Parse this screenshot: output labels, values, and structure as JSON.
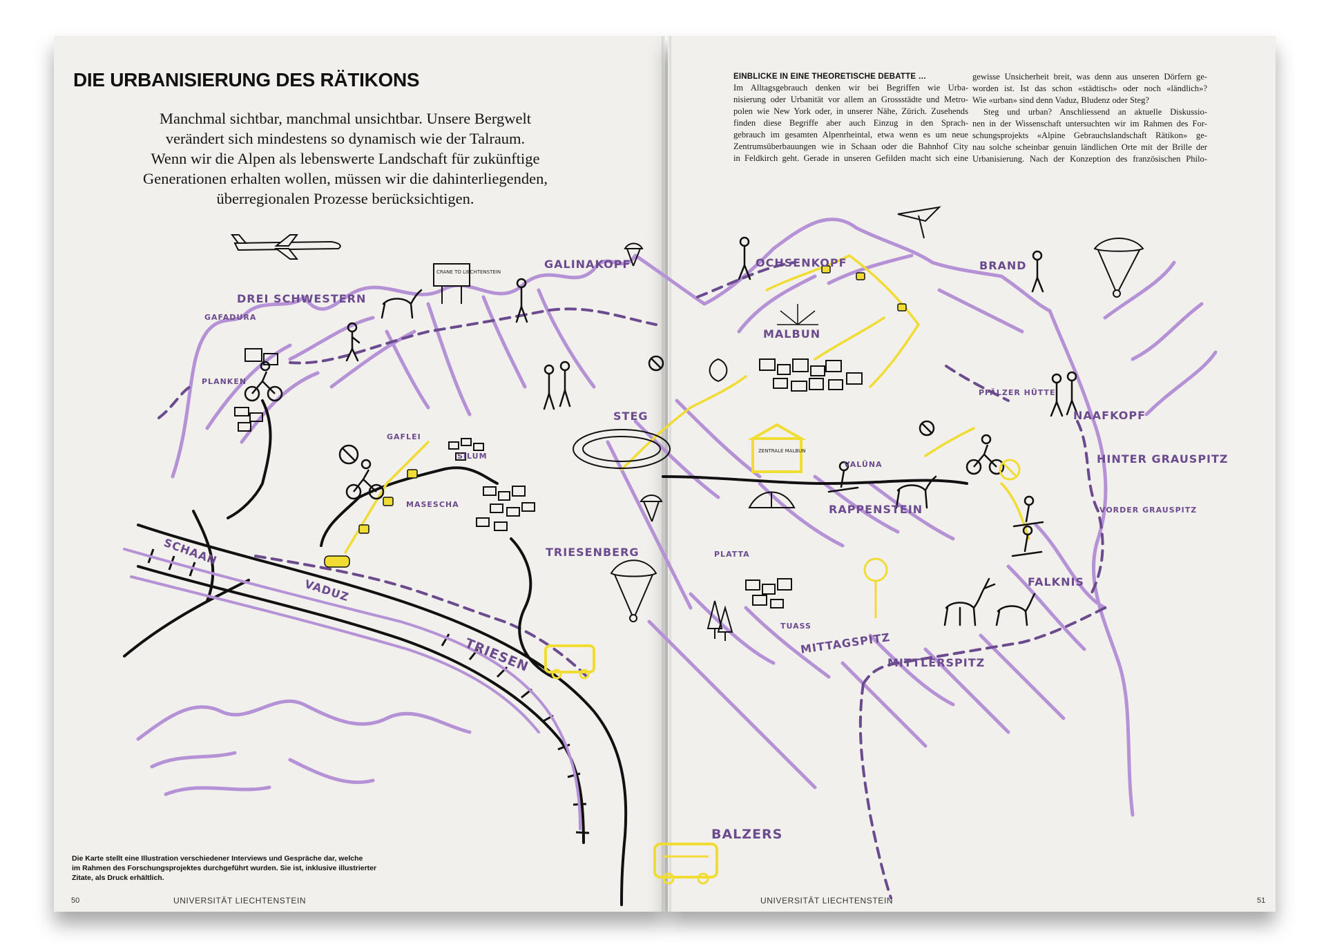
{
  "spread": {
    "title": "DIE URBANISIERUNG DES RÄTIKONS",
    "lead_lines": [
      "Manchmal sichtbar, manchmal unsichtbar. Unsere Bergwelt",
      "verändert sich mindestens so dynamisch wie der Talraum.",
      "Wenn wir die Alpen als lebenswerte Landschaft für zukünftige",
      "Generationen erhalten wollen, müssen wir die dahinterliegenden,",
      "überregionalen Prozesse berücksichtigen."
    ],
    "caption_lines": [
      "Die Karte stellt eine Illustration verschiedener Interviews und Gespräche dar, welche",
      "im Rahmen des Forschungsprojektes durchgeführt wurden. Sie ist, inklusive illustrierter",
      "Zitate, als Druck erhältlich."
    ],
    "left_page_number": "50",
    "right_page_number": "51",
    "running_head_left": "UNIVERSITÄT LIECHTENSTEIN",
    "running_head_right": "UNIVERSITÄT LIECHTENSTEIN"
  },
  "article": {
    "kicker": "EINBLICKE IN EINE THEORETISCHE DEBATTE …",
    "column1_lines": [
      "Im Alltagsgebrauch denken wir bei Begriffen wie Urba-",
      "nisierung oder Urbanität vor allem an Grossstädte und Metro-",
      "polen wie New York oder, in unserer Nähe, Zürich. Zusehends",
      "finden diese Begriffe aber auch Einzug in den Sprach-",
      "gebrauch im gesamten Alpenrheintal, etwa wenn es um neue",
      "Zentrumsüberbauungen wie in Schaan oder die Bahnhof City",
      "in Feldkirch geht. Gerade in unseren Gefilden macht sich eine"
    ],
    "column2_lines": [
      "gewisse Unsicherheit breit, was denn aus unseren Dörfern ge-",
      "worden ist. Ist das schon «städtisch» oder noch «ländlich»?",
      "Wie «urban» sind denn Vaduz, Bludenz oder Steg?",
      "Steg und urban? Anschliessend an aktuelle Diskussio-",
      "nen in der Wissenschaft untersuchten wir im Rahmen des For-",
      "schungsprojekts «Alpine Gebrauchslandschaft Rätikon» ge-",
      "nau solche scheinbar genuin ländlichen Orte mit der Brille der",
      "Urbanisierung. Nach der Konzeption des französischen Philo-"
    ]
  },
  "map": {
    "colors": {
      "mountain": "#b591d6",
      "label": "#6b4a8e",
      "ink": "#111111",
      "highlight": "#f1dc33"
    },
    "labels": {
      "drei_schwestern": "DREI SCHWESTERN",
      "gafadura": "GAFADURA",
      "galinakopf": "GALINAKOPF",
      "ochsenkopf": "OCHSENKOPF",
      "brand": "BRAND",
      "planken": "PLANKEN",
      "malbun": "MALBUN",
      "steg": "STEG",
      "gaflei": "GAFLEI",
      "silum": "SILUM",
      "pfaelzer_huette": "PFÄLZER HÜTTE",
      "naafkopf": "NAAFKOPF",
      "hinter_grauspitz": "HINTER GRAUSPITZ",
      "vorder_grauspitz": "VORDER GRAUSPITZ",
      "valuena": "VALÜNA",
      "masescha": "MASESCHA",
      "schaan": "SCHAAN",
      "vaduz": "VADUZ",
      "triesenberg": "TRIESENBERG",
      "rappenstein": "RAPPENSTEIN",
      "platta": "PLATTA",
      "falknis": "FALKNIS",
      "tuass": "TUASS",
      "mittagspitz": "MITTAGSPITZ",
      "mittlerspitz": "MITTLERSPITZ",
      "triesen": "TRIESEN",
      "balzers": "BALZERS",
      "sign_text": "CRANE TO LIECHTENSTEIN",
      "zentrale_text": "ZENTRALE MALBUN"
    }
  }
}
